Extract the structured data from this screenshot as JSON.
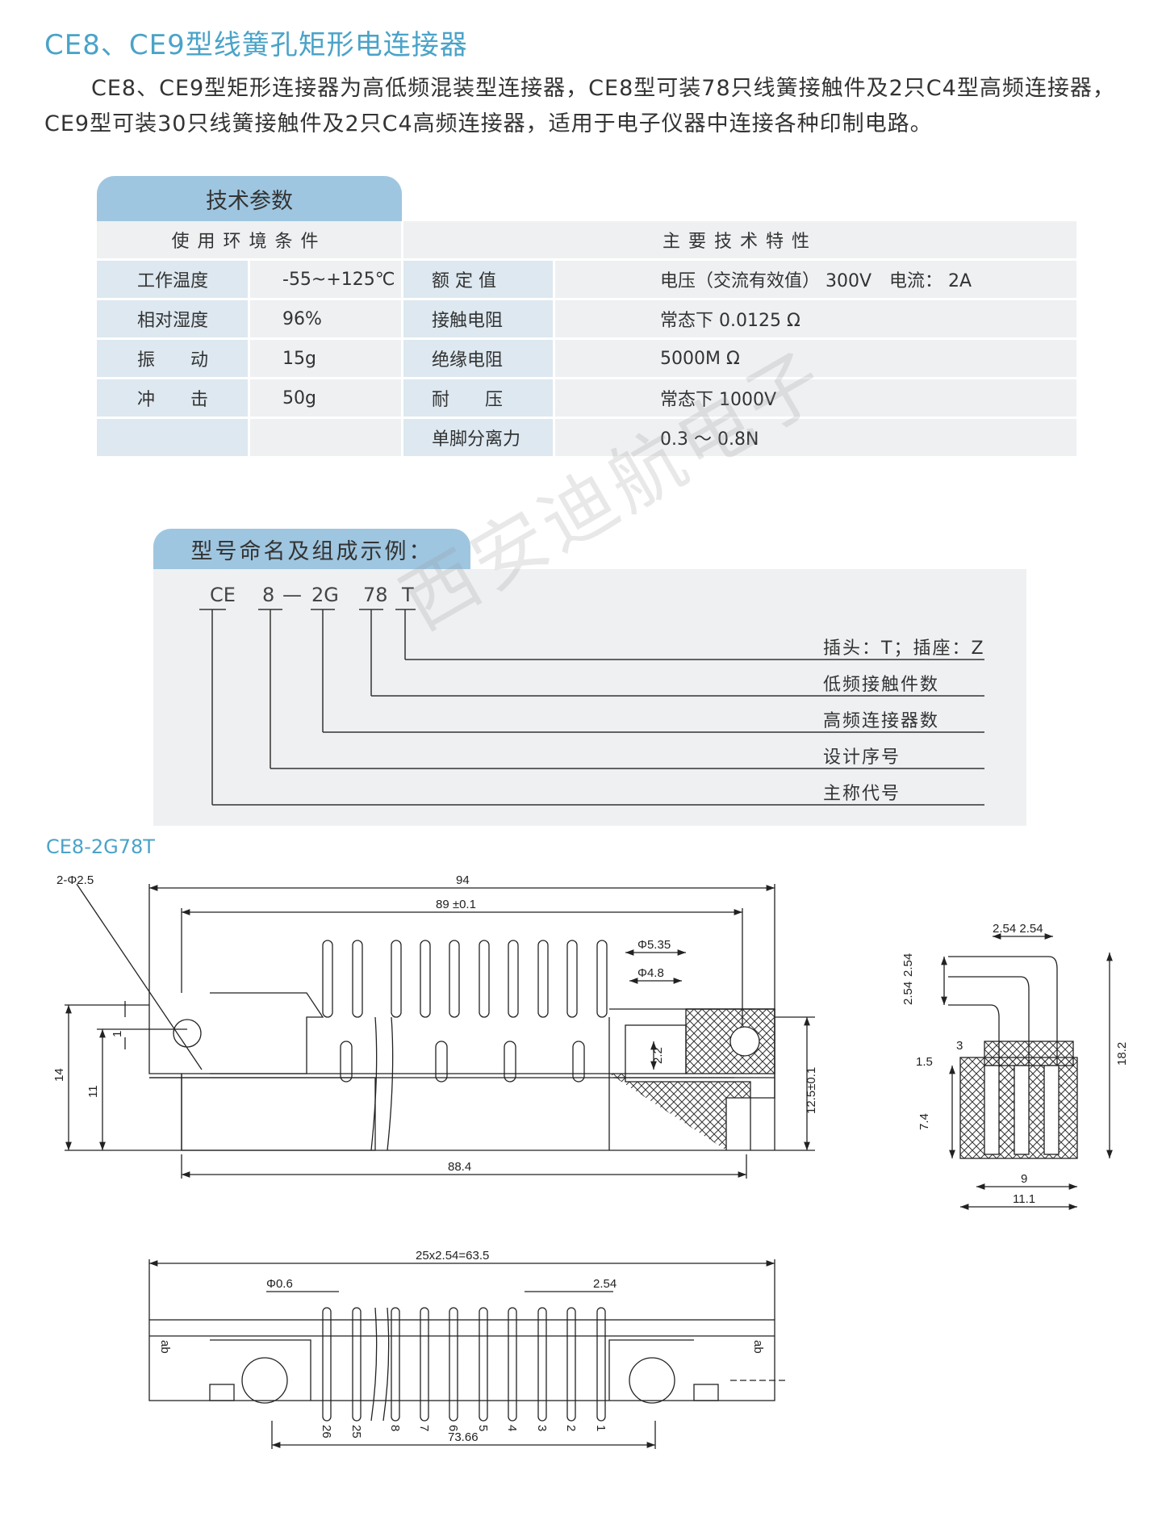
{
  "title": "CE8、CE9型线簧孔矩形电连接器",
  "intro": {
    "line1": "CE8、CE9型矩形连接器为高低频混装型连接器，CE8型可装78只线簧接触件及2只C4型高频连接器，",
    "line2": "CE9型可装30只线簧接触件及2只C4高频连接器，适用于电子仪器中连接各种印制电路。"
  },
  "spec": {
    "tab": "技术参数",
    "env_header": "使用环境条件",
    "main_header": "主要技术特性",
    "env_rows": [
      {
        "label": "工作温度",
        "value": "-55~+125℃"
      },
      {
        "label": "相对湿度",
        "value": "96%"
      },
      {
        "label": "振　　动",
        "value": "15g"
      },
      {
        "label": "冲　　击",
        "value": "50g"
      },
      {
        "label": "",
        "value": ""
      }
    ],
    "main_rows": [
      {
        "label": "额 定 值",
        "value": "电压（交流有效值） 300V　电流： 2A"
      },
      {
        "label": "接触电阻",
        "value": "常态下 0.0125 Ω"
      },
      {
        "label": "绝缘电阻",
        "value": "5000M Ω"
      },
      {
        "label": "耐　　压",
        "value": "常态下 1000V"
      },
      {
        "label": "单脚分离力",
        "value": "0.3 ～ 0.8N"
      }
    ]
  },
  "naming": {
    "tab": "型号命名及组成示例：",
    "codes": [
      "CE",
      "8",
      "—",
      "2G",
      "78",
      "T"
    ],
    "labels": [
      "插头：T；插座：Z",
      "低频接触件数",
      "高频连接器数",
      "设计序号",
      "主称代号"
    ]
  },
  "watermark": "西安迪航电子",
  "model": "CE8-2G78T",
  "drawing": {
    "top_dims": [
      "2-Φ2.5",
      "94",
      "89 ±0.1",
      "Φ5.35",
      "Φ4.8",
      "2.2",
      "12.5±0.1",
      "88.4",
      "14",
      "11",
      "1"
    ],
    "side_dims": [
      "2.54 2.54",
      "2.54",
      "2.54",
      "3",
      "1.5",
      "7.4",
      "18.2",
      "9",
      "11.1"
    ],
    "bottom_dims": [
      "25x2.54=63.5",
      "Φ0.6",
      "2.54",
      "73.66",
      "ab",
      "ab"
    ],
    "pin_numbers": [
      "26",
      "25",
      "8",
      "7",
      "6",
      "5",
      "4",
      "3",
      "2",
      "1"
    ]
  }
}
